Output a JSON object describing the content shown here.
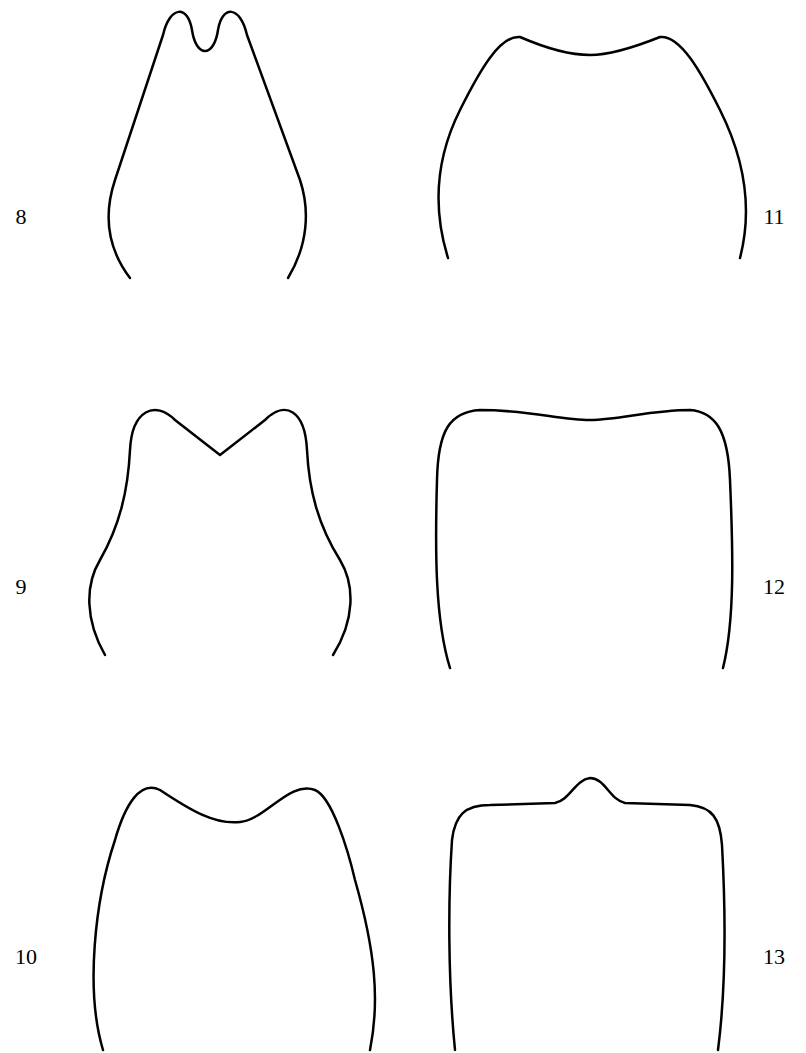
{
  "diagram": {
    "labels": [
      "8",
      "9",
      "10",
      "11",
      "12",
      "13"
    ]
  }
}
